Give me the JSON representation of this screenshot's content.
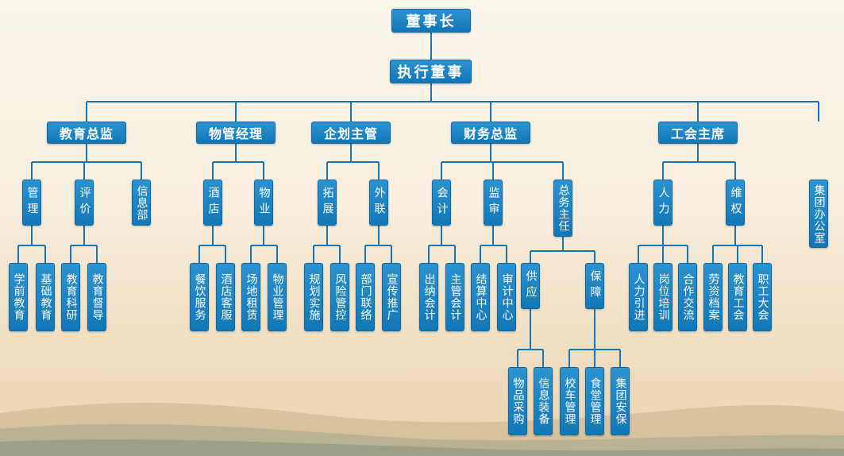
{
  "colors": {
    "box": "#1a82c2",
    "line": "#1477b5",
    "text": "#ffffff"
  },
  "chart": {
    "chairman": "董事长",
    "executive_director": "执行董事",
    "depts": [
      {
        "name": "教育总监",
        "subs": [
          {
            "name": "管理",
            "items": [
              "学前教育",
              "基础教育"
            ]
          },
          {
            "name": "评价",
            "items": [
              "教育科研",
              "教育督导"
            ]
          },
          {
            "name": "信息部",
            "items": []
          }
        ]
      },
      {
        "name": "物管经理",
        "subs": [
          {
            "name": "酒店",
            "items": [
              "餐饮服务",
              "酒店客服"
            ]
          },
          {
            "name": "物业",
            "items": [
              "场地租赁",
              "物业管理"
            ]
          }
        ]
      },
      {
        "name": "企划主管",
        "subs": [
          {
            "name": "拓展",
            "items": [
              "规划实施",
              "风险管控"
            ]
          },
          {
            "name": "外联",
            "items": [
              "部门联络",
              "宣传推广"
            ]
          }
        ]
      },
      {
        "name": "财务总监",
        "subs": [
          {
            "name": "会计",
            "items": [
              "出纳会计",
              "主管会计"
            ]
          },
          {
            "name": "监审",
            "items": [
              "结算中心",
              "审计中心"
            ]
          },
          {
            "name": "总务主任",
            "groups": [
              {
                "name": "供应",
                "items": [
                  "物品采购",
                  "信息装备"
                ]
              },
              {
                "name": "保障",
                "items": [
                  "校车管理",
                  "食堂管理",
                  "集团安保"
                ]
              }
            ]
          }
        ]
      },
      {
        "name": "工会主席",
        "subs": [
          {
            "name": "人力",
            "items": [
              "人力引进",
              "岗位培训",
              "合作交流"
            ]
          },
          {
            "name": "维权",
            "items": [
              "劳资档案",
              "教育工会",
              "职工大会"
            ]
          }
        ]
      }
    ],
    "office": "集团办公室"
  }
}
